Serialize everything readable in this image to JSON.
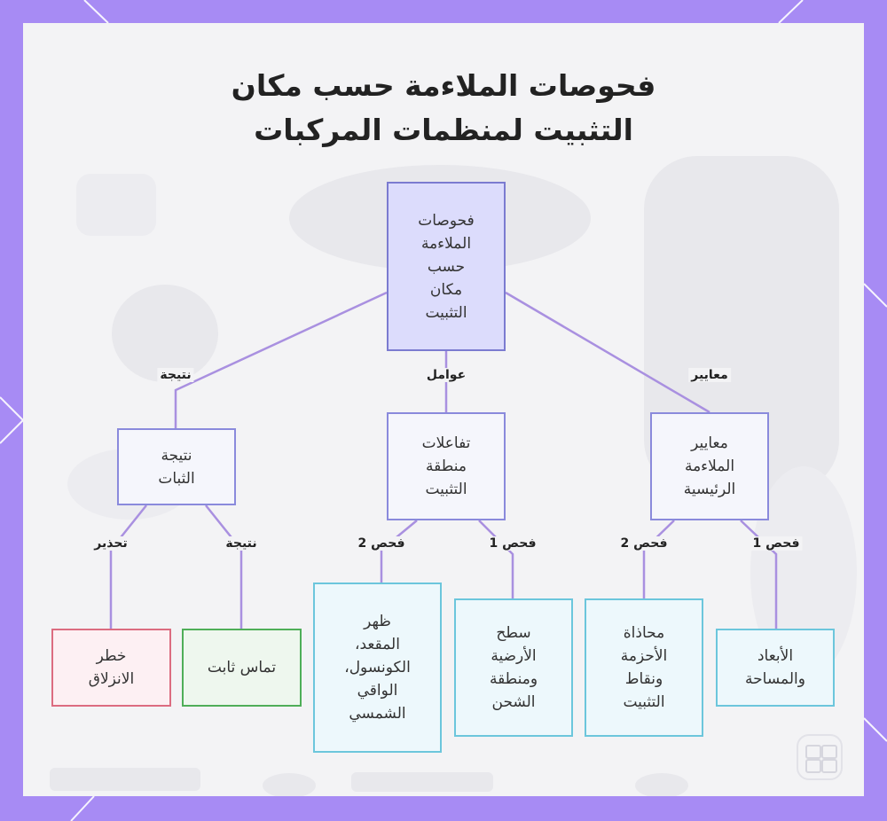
{
  "title": {
    "line1": "فحوصات الملاءمة حسب مكان",
    "line2": "التثبيت لمنظمات المركبات"
  },
  "nodes": {
    "root": {
      "lines": [
        "فحوصات",
        "الملاءمة",
        "حسب",
        "مكان",
        "التثبيت"
      ]
    },
    "criteria": {
      "lines": [
        "معايير",
        "الملاءمة",
        "الرئيسية"
      ]
    },
    "factors": {
      "lines": [
        "تفاعلات",
        "منطقة",
        "التثبيت"
      ]
    },
    "result": {
      "lines": [
        "نتيجة",
        "الثبات"
      ]
    },
    "dims": {
      "lines": [
        "الأبعاد",
        "والمساحة"
      ]
    },
    "belts": {
      "lines": [
        "محاذاة",
        "الأحزمة",
        "ونقاط",
        "التثبيت"
      ]
    },
    "floor": {
      "lines": [
        "سطح",
        "الأرضية",
        "ومنطقة",
        "الشحن"
      ]
    },
    "seat": {
      "lines": [
        "ظهر",
        "المقعد،",
        "الكونسول،",
        "الواقي",
        "الشمسي"
      ]
    },
    "stable": {
      "lines": [
        "تماس ثابت"
      ]
    },
    "slip": {
      "lines": [
        "خطر",
        "الانزلاق"
      ]
    }
  },
  "edges": {
    "root_criteria": "معايير",
    "root_factors": "عوامل",
    "root_result": "نتيجة",
    "criteria_dims": "فحص 1",
    "criteria_belts": "فحص 2",
    "factors_floor": "فحص 1",
    "factors_seat": "فحص 2",
    "result_stable": "نتيجة",
    "result_slip": "تحذير"
  },
  "colors": {
    "frame": "#a78bf4",
    "edge": "#a990e0",
    "root_fill": "#dcdcfc",
    "leaf_border": "#6cc6dc",
    "warning_border": "#dc6c80",
    "ok_border": "#4fae58"
  }
}
